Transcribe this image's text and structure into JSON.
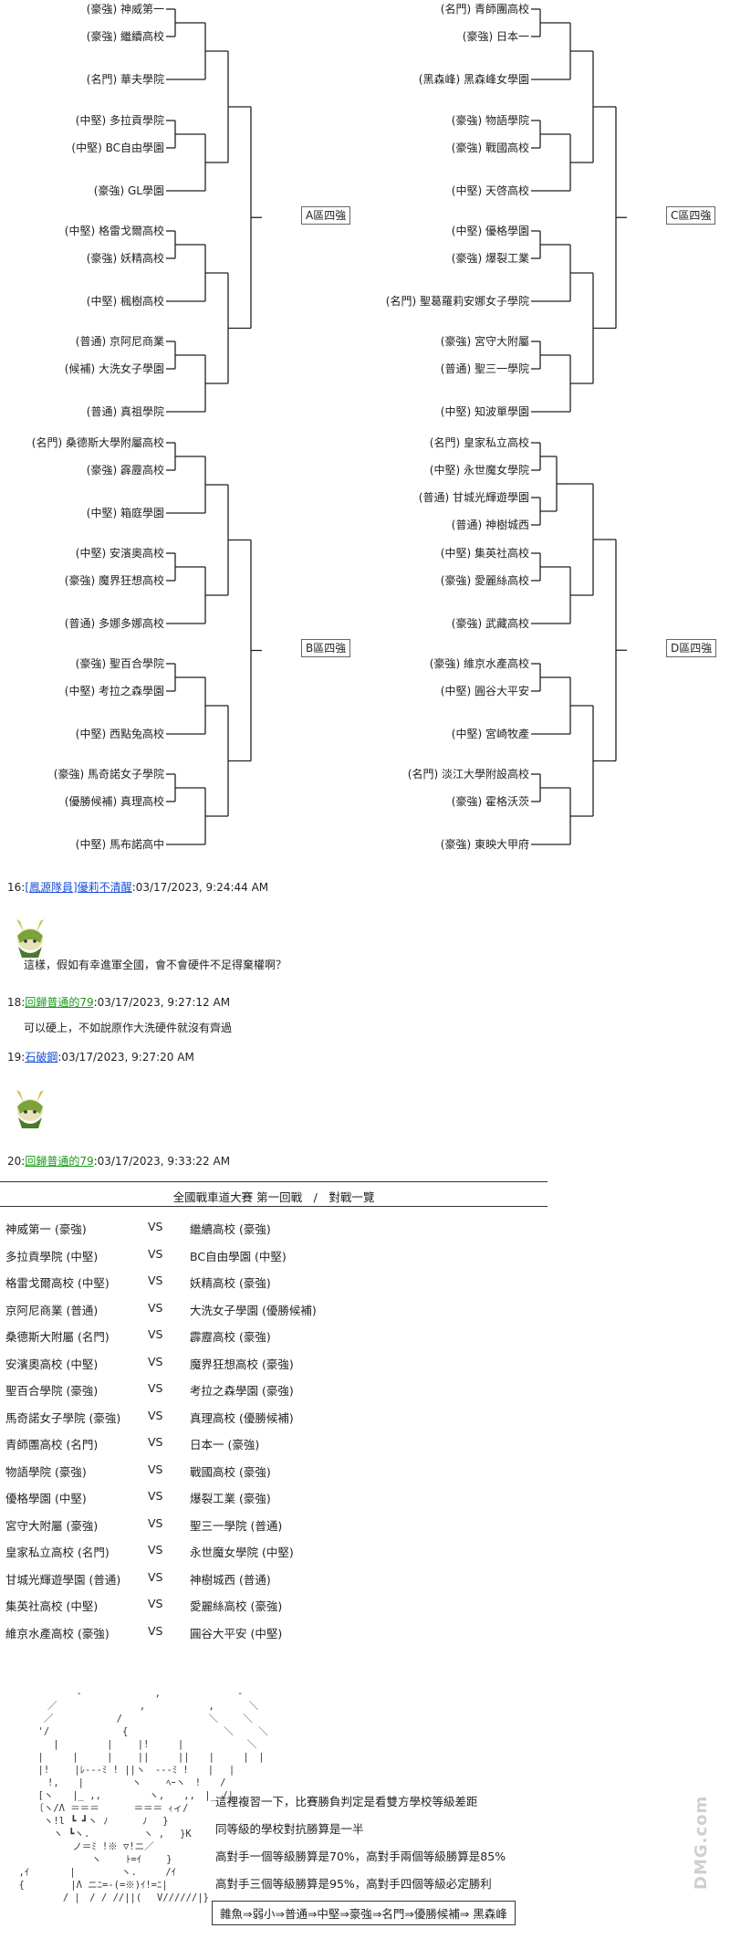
{
  "bracket": {
    "left_col": [
      {
        "tag": "(豪強)",
        "name": "神威第一"
      },
      {
        "tag": "(豪強)",
        "name": "繼續高校"
      },
      {
        "tag": "(名門)",
        "name": "華夫學院"
      },
      {
        "tag": "(中堅)",
        "name": "多拉貢學院"
      },
      {
        "tag": "(中堅)",
        "name": "BC自由學園"
      },
      {
        "tag": "(豪強)",
        "name": "GL學園"
      },
      {
        "tag": "(中堅)",
        "name": "格雷戈爾高校"
      },
      {
        "tag": "(豪強)",
        "name": "妖精高校"
      },
      {
        "tag": "(中堅)",
        "name": "楓樹高校"
      },
      {
        "tag": "(普通)",
        "name": "京阿尼商業"
      },
      {
        "tag": "(候補)",
        "name": "大洗女子學園"
      },
      {
        "tag": "(普通)",
        "name": "真祖學院"
      },
      {
        "tag": "(名門)",
        "name": "桑德斯大學附屬高校"
      },
      {
        "tag": "(豪強)",
        "name": "霹靂高校"
      },
      {
        "tag": "(中堅)",
        "name": "箱庭學園"
      },
      {
        "tag": "(中堅)",
        "name": "安濱奧高校"
      },
      {
        "tag": "(豪強)",
        "name": "魔界狂想高校"
      },
      {
        "tag": "(普通)",
        "name": "多娜多娜高校"
      },
      {
        "tag": "(豪強)",
        "name": "聖百合學院"
      },
      {
        "tag": "(中堅)",
        "name": "考拉之森學園"
      },
      {
        "tag": "(中堅)",
        "name": "西點兔高校"
      },
      {
        "tag": "(豪強)",
        "name": "馬奇諾女子學院"
      },
      {
        "tag": "(優勝候補)",
        "name": "真理高校"
      },
      {
        "tag": "(中堅)",
        "name": "馬布諾高中"
      }
    ],
    "right_col": [
      {
        "tag": "(名門)",
        "name": "青師團高校"
      },
      {
        "tag": "(豪強)",
        "name": "日本一"
      },
      {
        "tag": "(黑森峰)",
        "name": "黑森峰女學園"
      },
      {
        "tag": "(豪強)",
        "name": "物語學院"
      },
      {
        "tag": "(豪強)",
        "name": "戰國高校"
      },
      {
        "tag": "(中堅)",
        "name": "天啓高校"
      },
      {
        "tag": "(中堅)",
        "name": "優格學園"
      },
      {
        "tag": "(豪強)",
        "name": "爆裂工業"
      },
      {
        "tag": "(名門)",
        "name": "聖葛羅莉安娜女子學院"
      },
      {
        "tag": "(豪強)",
        "name": "宮守大附屬"
      },
      {
        "tag": "(普通)",
        "name": "聖三一學院"
      },
      {
        "tag": "(中堅)",
        "name": "知波單學園"
      },
      {
        "tag": "(名門)",
        "name": "皇家私立高校"
      },
      {
        "tag": "(中堅)",
        "name": "永世魔女學院"
      },
      {
        "tag": "(普通)",
        "name": "甘城光輝遊學園"
      },
      {
        "tag": "(普通)",
        "name": "神樹城西"
      },
      {
        "tag": "(中堅)",
        "name": "集英社高校"
      },
      {
        "tag": "(豪強)",
        "name": "愛麗絲高校"
      },
      {
        "tag": "(豪強)",
        "name": "武藏高校"
      },
      {
        "tag": "(豪強)",
        "name": "維京水產高校"
      },
      {
        "tag": "(中堅)",
        "name": "圓谷大平安"
      },
      {
        "tag": "(中堅)",
        "name": "宮崎牧產"
      },
      {
        "tag": "(名門)",
        "name": "淡江大學附設高校"
      },
      {
        "tag": "(豪強)",
        "name": "霍格沃茨"
      },
      {
        "tag": "(豪強)",
        "name": "東映大甲府"
      }
    ],
    "zones": {
      "a": "A區四強",
      "b": "B區四強",
      "c": "C區四強",
      "d": "D區四強"
    }
  },
  "posts": [
    {
      "num": "16:",
      "user": "[鳳源隊員]優莉不清醒",
      "time": ":03/17/2023, 9:24:44 AM"
    },
    {
      "num": "18:",
      "user": "回歸普通的79",
      "time": ":03/17/2023, 9:27:12 AM"
    },
    {
      "num": "19:",
      "user": "石破鋼",
      "time": ":03/17/2023, 9:27:20 AM"
    },
    {
      "num": "20:",
      "user": "回歸普通的79",
      "time": ":03/17/2023, 9:33:22 AM"
    }
  ],
  "messages": {
    "m1": "這樣，假如有幸進軍全國，會不會硬件不足得棄權啊？",
    "m2": "可以硬上，不如說原作大洗硬件就沒有齊過"
  },
  "matchup": {
    "title": "全國戰車道大賽 第一回戰　/　對戰一覽",
    "vs": "VS",
    "rows": [
      [
        "神威第一 (豪強)",
        "繼續高校 (豪強)"
      ],
      [
        "多拉貢學院 (中堅)",
        "BC自由學園 (中堅)"
      ],
      [
        "格雷戈爾高校 (中堅)",
        "妖精高校 (豪強)"
      ],
      [
        "京阿尼商業 (普通)",
        "大洗女子學園 (優勝候補)"
      ],
      [
        "桑德斯大附屬 (名門)",
        "霹靂高校 (豪強)"
      ],
      [
        "安濱奧高校 (中堅)",
        "魔界狂想高校 (豪強)"
      ],
      [
        "聖百合學院 (豪強)",
        "考拉之森學園 (豪強)"
      ],
      [
        "馬奇諾女子學院 (豪強)",
        "真理高校 (優勝候補)"
      ],
      [
        "青師團高校 (名門)",
        "日本一 (豪強)"
      ],
      [
        "物語學院 (豪強)",
        "戰國高校 (豪強)"
      ],
      [
        "優格學園 (中堅)",
        "爆裂工業 (豪強)"
      ],
      [
        "宮守大附屬 (豪強)",
        "聖三一學院 (普通)"
      ],
      [
        "皇家私立高校 (名門)",
        "永世魔女學院 (中堅)"
      ],
      [
        "甘城光輝遊學園 (普通)",
        "神樹城西 (普通)"
      ],
      [
        "集英社高校 (中堅)",
        "愛麗絲高校 (豪強)"
      ],
      [
        "維京水產高校 (豪強)",
        "圓谷大平安 (中堅)"
      ]
    ]
  },
  "rules": [
    "這裡複習一下，比賽勝負判定是看雙方學校等級差距",
    "同等級的學校對抗勝算是一半",
    "高對手一個等級勝算是70%，高對手兩個等級勝算是85%",
    "高對手三個等級勝算是95%，高對手四個等級必定勝利"
  ],
  "ranking": "雜魚⇒弱小⇒普通⇒中堅⇒豪強⇒名門⇒優勝候補⇒ 黑森峰",
  "watermark": "DMG.com"
}
